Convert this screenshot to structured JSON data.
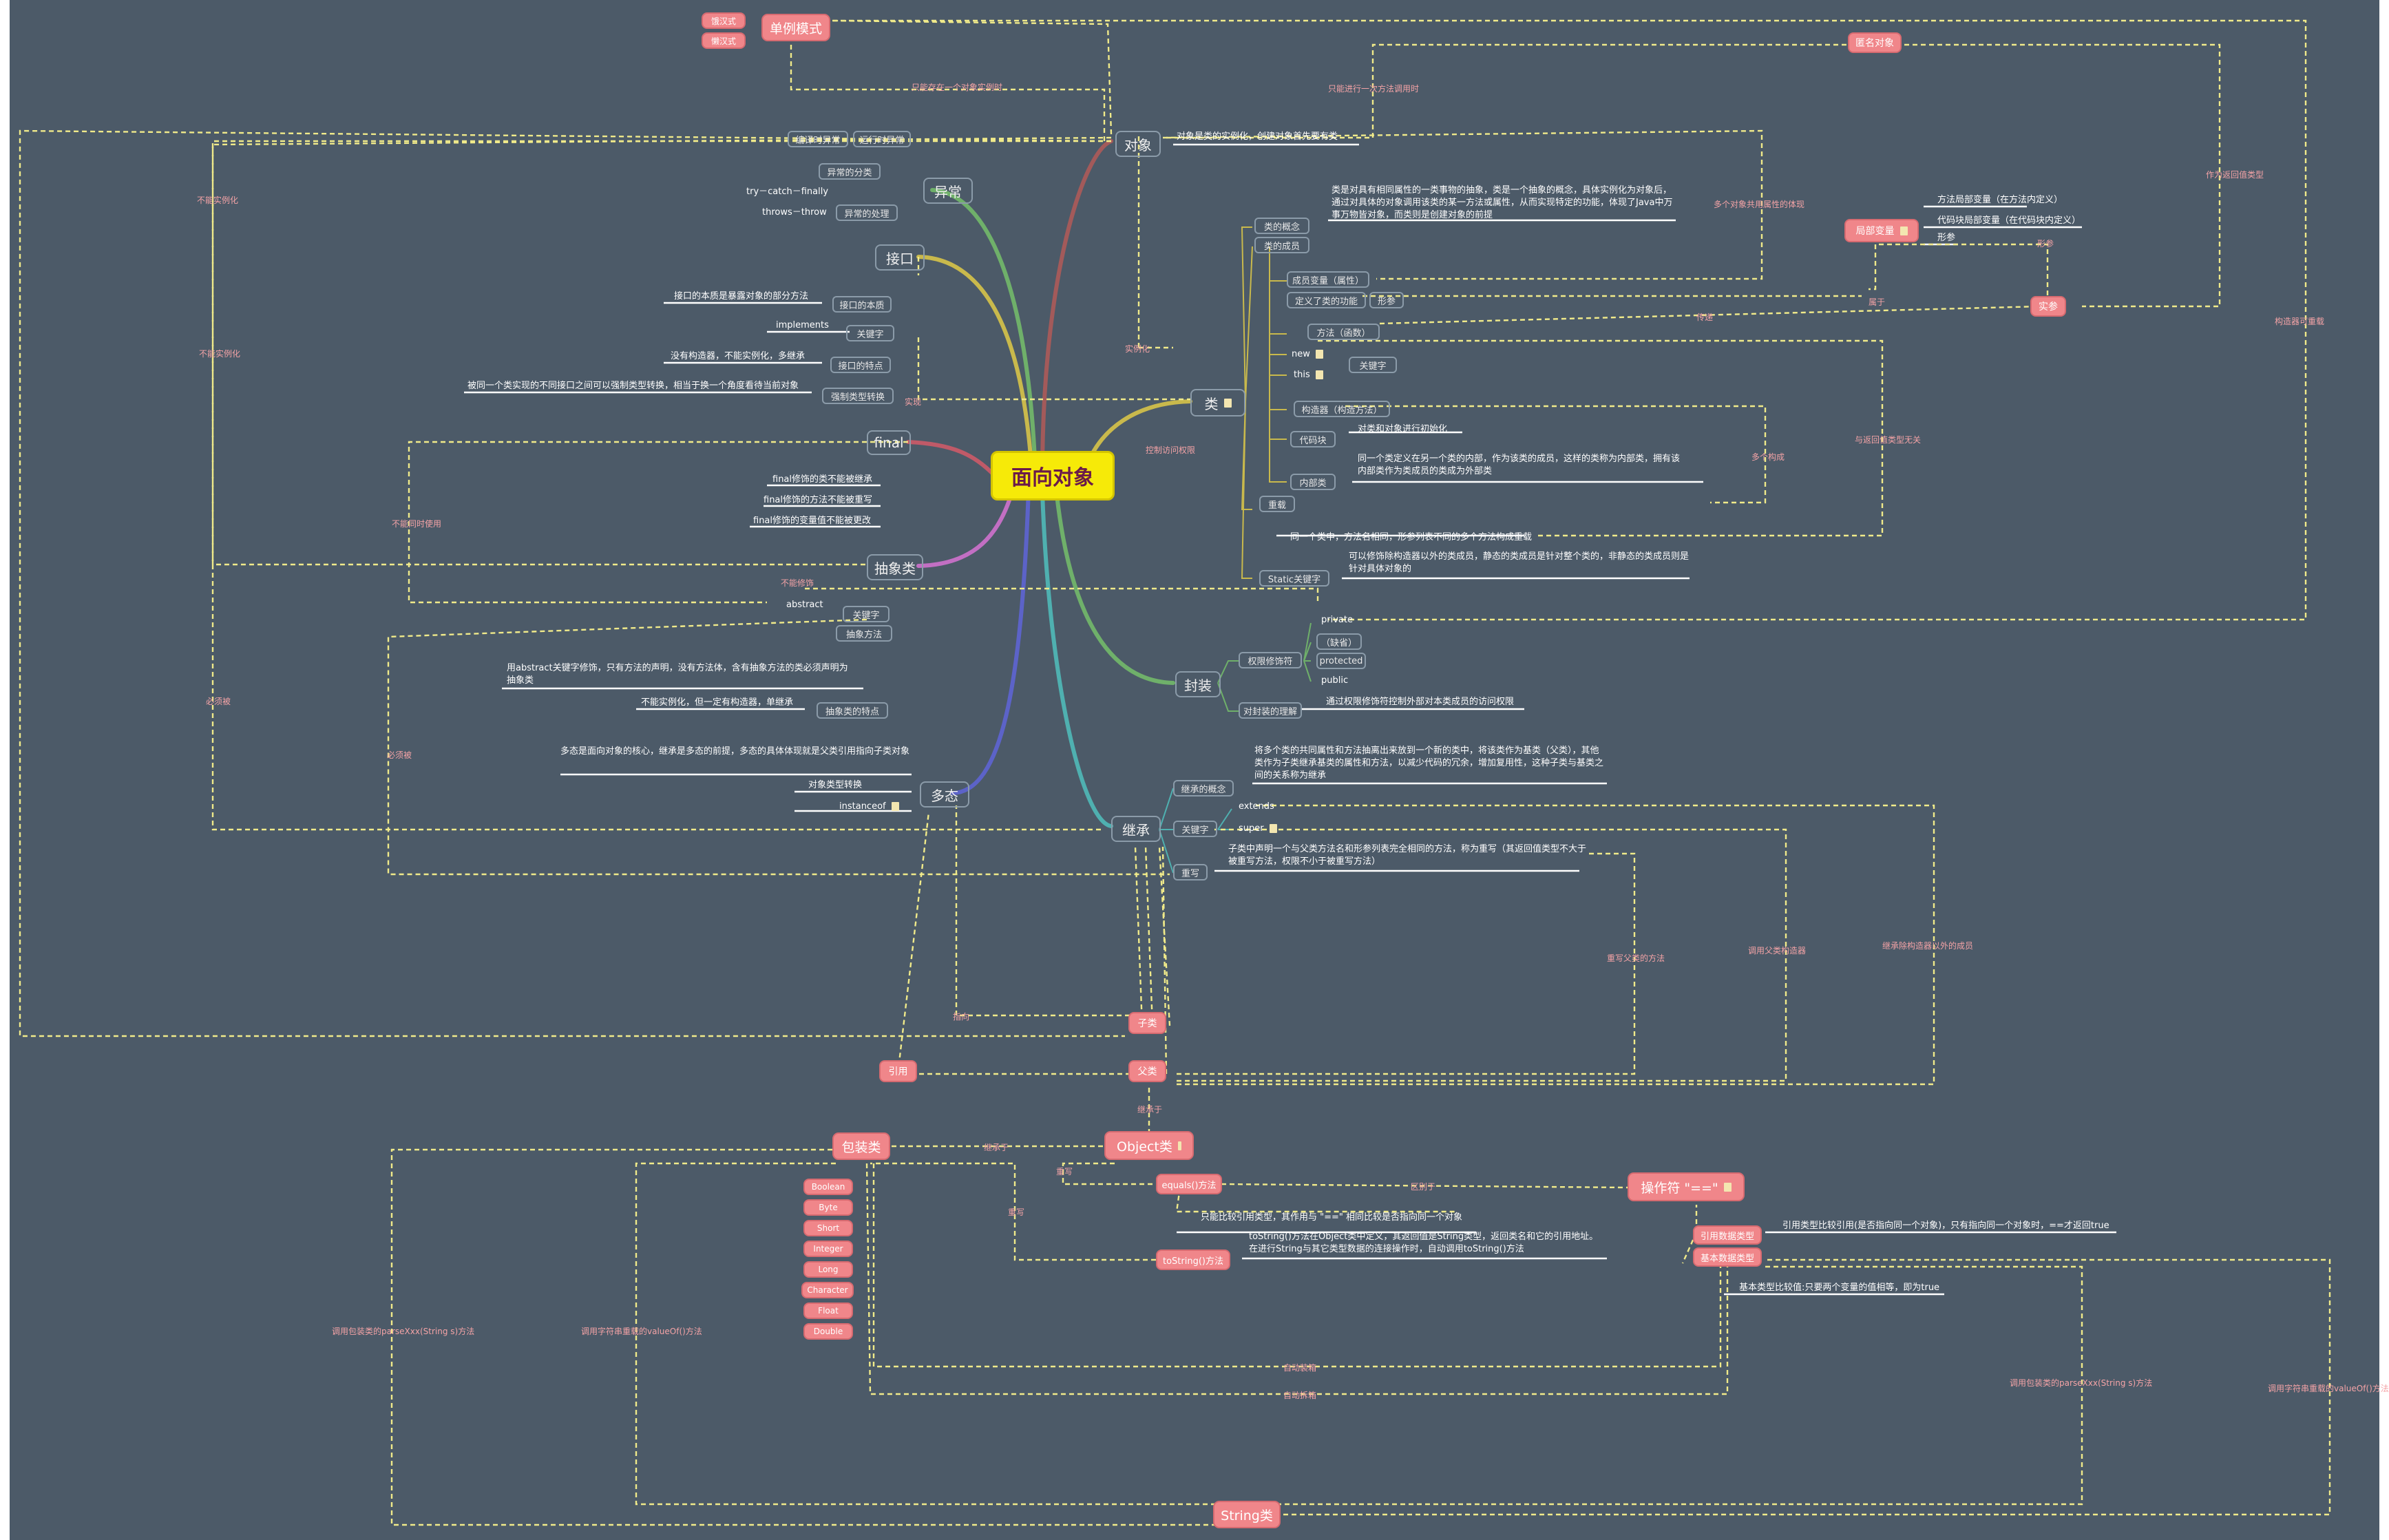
{
  "central": "面向对象",
  "topics": {
    "object": "对象",
    "exception": "异常",
    "interface": "接口",
    "final": "final",
    "abstract": "抽象类",
    "polymorphism": "多态",
    "class": "类",
    "encapsulation": "封装",
    "inheritance": "继承"
  },
  "object_desc": "对象是类的实例化，创建对象首先要有类",
  "exception": {
    "class_label": "异常的分类",
    "handle_label": "异常的处理",
    "compile": "编译时异常",
    "runtime": "运行时异常",
    "trycatch": "try－catch－finally",
    "throws": "throws－throw"
  },
  "interface": {
    "essence_label": "接口的本质",
    "essence_text": "接口的本质是暴露对象的部分方法",
    "keyword_label": "关键字",
    "keyword_text": "implements",
    "feature_label": "接口的特点",
    "feature_text": "没有构造器，不能实例化，多继承",
    "cast_label": "强制类型转换",
    "cast_text": "被同一个类实现的不同接口之间可以强制类型转换，相当于换一个角度看待当前对象"
  },
  "final": {
    "f1": "final修饰的类不能被继承",
    "f2": "final修饰的方法不能被重写",
    "f3": "final修饰的变量值不能被更改"
  },
  "abstract": {
    "abstract_word": "abstract",
    "keyword_label": "关键字",
    "method_label": "抽象方法",
    "method_text": "用abstract关键字修饰，只有方法的声明，没有方法体，含有抽象方法的类必须声明为抽象类",
    "feature_label": "抽象类的特点",
    "feature_text": "不能实例化，但一定有构造器，单继承"
  },
  "poly": {
    "desc": "多态是面向对象的核心，继承是多态的前提，多态的具体体现就是父类引用指向子类对象",
    "cast": "对象类型转换",
    "instanceof": "instanceof"
  },
  "class": {
    "concept_label": "类的概念",
    "concept_text": "类是对具有相同属性的一类事物的抽象，类是一个抽象的概念，具体实例化为对象后，通过对具体的对象调用该类的某一方法或属性，从而实现特定的功能，体现了Java中万事万物皆对象，而类则是创建对象的前提",
    "member_label": "类的成员",
    "field": "成员变量（属性）",
    "define": "定义了类的功能",
    "formal": "形参",
    "method": "方法（函数）",
    "new": "new",
    "this": "this",
    "keyword": "关键字",
    "ctor": "构造器（构造方法）",
    "block": "代码块",
    "block_text": "对类和对象进行初始化",
    "inner": "内部类",
    "inner_text": "同一个类定义在另一个类的内部，作为该类的成员，这样的类称为内部类，拥有该内部类作为类成员的类成为外部类",
    "overload": "重载",
    "overload_text": "同一个类中，方法名相同，形参列表不同的多个方法构成重载",
    "static": "Static关键字",
    "static_text": "可以修饰除构造器以外的类成员，静态的类成员是针对整个类的，非静态的类成员则是针对具体对象的"
  },
  "encap": {
    "modifier_label": "权限修饰符",
    "private": "private",
    "default": "（缺省）",
    "protected": "protected",
    "public": "public",
    "understand_label": "对封装的理解",
    "understand_text": "通过权限修饰符控制外部对本类成员的访问权限"
  },
  "inherit": {
    "concept_label": "继承的概念",
    "concept_text": "将多个类的共同属性和方法抽离出来放到一个新的类中，将该类作为基类（父类），其他类作为子类继承基类的属性和方法，以减少代码的冗余，增加复用性，这种子类与基类之间的关系称为继承",
    "keyword_label": "关键字",
    "extends": "extends",
    "super": "super",
    "override_label": "重写",
    "override_text": "子类中声明一个与父类方法名和形参列表完全相同的方法，称为重写（其返回值类型不大于被重写方法，权限不小于被重写方法）"
  },
  "pink": {
    "singleton": "单例模式",
    "hungry": "饿汉式",
    "lazy": "懒汉式",
    "anon": "匿名对象",
    "local": "局部变量",
    "actual": "实参",
    "subclass": "子类",
    "superclass": "父类",
    "reference": "引用",
    "wrapper": "包装类",
    "object_class": "Object类",
    "equals": "equals()方法",
    "tostring": "toString()方法",
    "operator": "操作符 \"==\"",
    "refType": "引用数据类型",
    "basicType": "基本数据类型",
    "string": "String类",
    "wrappers": [
      "Boolean",
      "Byte",
      "Short",
      "Integer",
      "Long",
      "Character",
      "Float",
      "Double"
    ]
  },
  "local_items": {
    "l1": "方法局部变量（在方法内定义）",
    "l2": "代码块局部变量（在代码块内定义）",
    "l3": "形参"
  },
  "texts": {
    "equals_text": "只能比较引用类型，其作用与 \"==\" 相同比较是否指向同一个对象",
    "tostring_text": "toString()方法在Object类中定义，其返回值是String类型，返回类名和它的引用地址。在进行String与其它类型数据的连接操作时，自动调用toString()方法",
    "ref_text": "引用类型比较引用(是否指向同一个对象)，只有指向同一个对象时，==才返回true",
    "basic_text": "基本类型比较值:只要两个变量的值相等，即为true"
  },
  "relations": {
    "only_one": "只能存在一个对象实例时",
    "only_once": "只能进行一次方法调用时",
    "multi_objects": "多个对象共用属性的体现",
    "cannot_inst1": "不能实例化",
    "cannot_inst2": "不能实例化",
    "instantiate": "实例化",
    "implement": "实现",
    "access": "控制访问权限",
    "pass": "传递",
    "belong": "属于",
    "formal_param": "形参",
    "as_return": "作为返回值类型",
    "ctor_overload": "构造器可重载",
    "unrelated": "与返回值类型无关",
    "multi_form": "多个构成",
    "no_modify": "不能修饰",
    "cannot_both": "不能同时使用",
    "must_be1": "必须被",
    "must_be2": "必须被",
    "point_to": "指向",
    "inherit_from": "继承于",
    "override1": "重写",
    "override2": "重写",
    "inherit_from2": "继承于",
    "compare": "区别于",
    "auto_unbox": "自动装箱",
    "auto_box": "自动拆箱",
    "call_parse1": "调用包装类的parseXxx(String s)方法",
    "call_valueof1": "调用字符串重载的valueOf()方法",
    "call_parse2": "调用包装类的parseXxx(String s)方法",
    "call_valueof2": "调用字符串重载的valueOf()方法",
    "override_parent": "重写父类的方法",
    "call_parent_ctor": "调用父类构造器",
    "inherit_except": "继承除构造器以外的成员"
  },
  "colors": {
    "background": "#4c5a68",
    "central": "#f6ea08",
    "pink": "#f0868a",
    "dashed": "#f0ea8a"
  }
}
